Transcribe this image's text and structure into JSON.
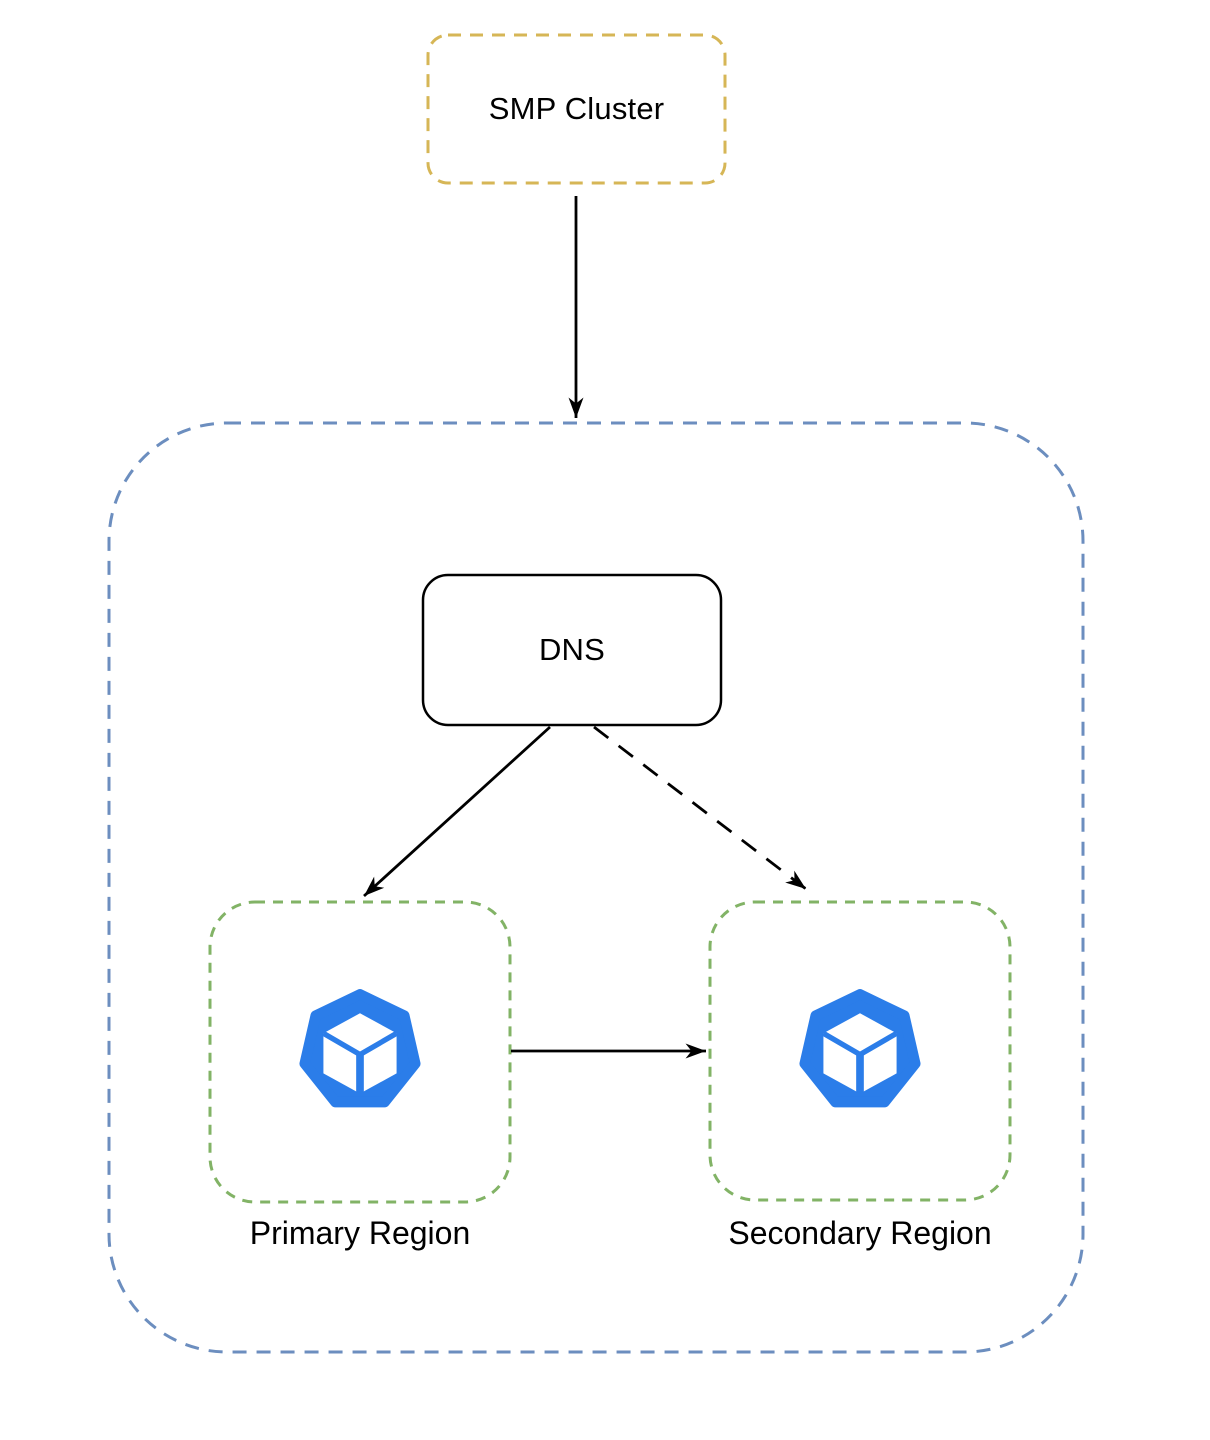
{
  "diagram": {
    "type": "architecture-flowchart",
    "nodes": {
      "smp_cluster": {
        "label": "SMP Cluster",
        "shape": "rounded-rect",
        "border_style": "dashed"
      },
      "cluster_container": {
        "label": "",
        "shape": "rounded-rect",
        "border_style": "dashed"
      },
      "dns": {
        "label": "DNS",
        "shape": "rounded-rect",
        "border_style": "solid"
      },
      "primary_region": {
        "label": "Primary Region",
        "shape": "rounded-rect",
        "border_style": "dashed",
        "icon": "heptagon-cube-icon"
      },
      "secondary_region": {
        "label": "Secondary Region",
        "shape": "rounded-rect",
        "border_style": "dashed",
        "icon": "heptagon-cube-icon"
      }
    },
    "edges": [
      {
        "from": "smp_cluster",
        "to": "cluster_container",
        "style": "solid",
        "arrowhead": "filled"
      },
      {
        "from": "dns",
        "to": "primary_region",
        "style": "solid",
        "arrowhead": "filled"
      },
      {
        "from": "dns",
        "to": "secondary_region",
        "style": "dashed",
        "arrowhead": "filled"
      },
      {
        "from": "primary_region",
        "to": "secondary_region",
        "style": "solid",
        "arrowhead": "filled"
      }
    ],
    "colors": {
      "background": "#ffffff",
      "text": "#000000",
      "smp_border": "#d6b656",
      "container_border": "#6c8ebf",
      "zone_border": "#82b366",
      "dns_border": "#000000",
      "edge_stroke": "#000000",
      "icon_blue": "#2b7de9",
      "icon_cube_white": "#ffffff",
      "node_fill": "#ffffff"
    }
  }
}
